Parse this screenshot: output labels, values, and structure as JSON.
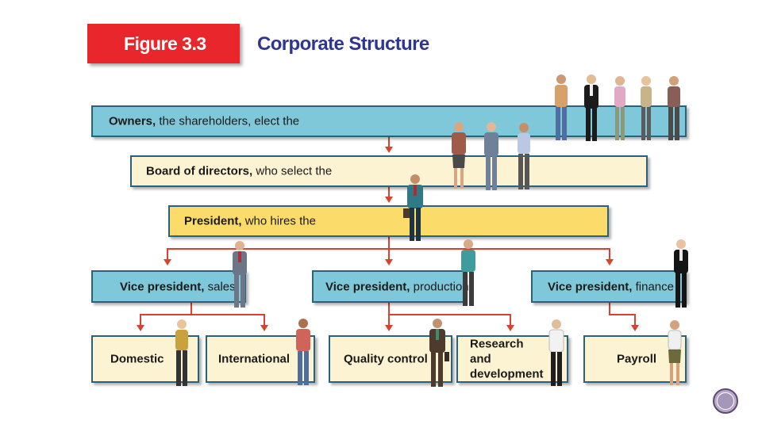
{
  "figure": {
    "tag": "Figure 3.3",
    "title": "Corporate Structure"
  },
  "levels": {
    "owners": {
      "bold": "Owners,",
      "rest": " the shareholders, elect the"
    },
    "board": {
      "bold": "Board of directors,",
      "rest": " who select the"
    },
    "president": {
      "bold": "President,",
      "rest": " who hires the"
    }
  },
  "vps": [
    {
      "bold": "Vice president,",
      "rest": " sales"
    },
    {
      "bold": "Vice president,",
      "rest": " production"
    },
    {
      "bold": "Vice president,",
      "rest": " finance"
    }
  ],
  "departments": [
    "Domestic",
    "International",
    "Quality control",
    "Research and development",
    "Payroll"
  ],
  "colors": {
    "tag_red": "#e8262c",
    "title_blue": "#2e3592",
    "connector": "#d9432e",
    "box_blue": "#7ec8d9",
    "box_cream": "#fcf3d2",
    "box_yellow": "#fbdc6a"
  }
}
